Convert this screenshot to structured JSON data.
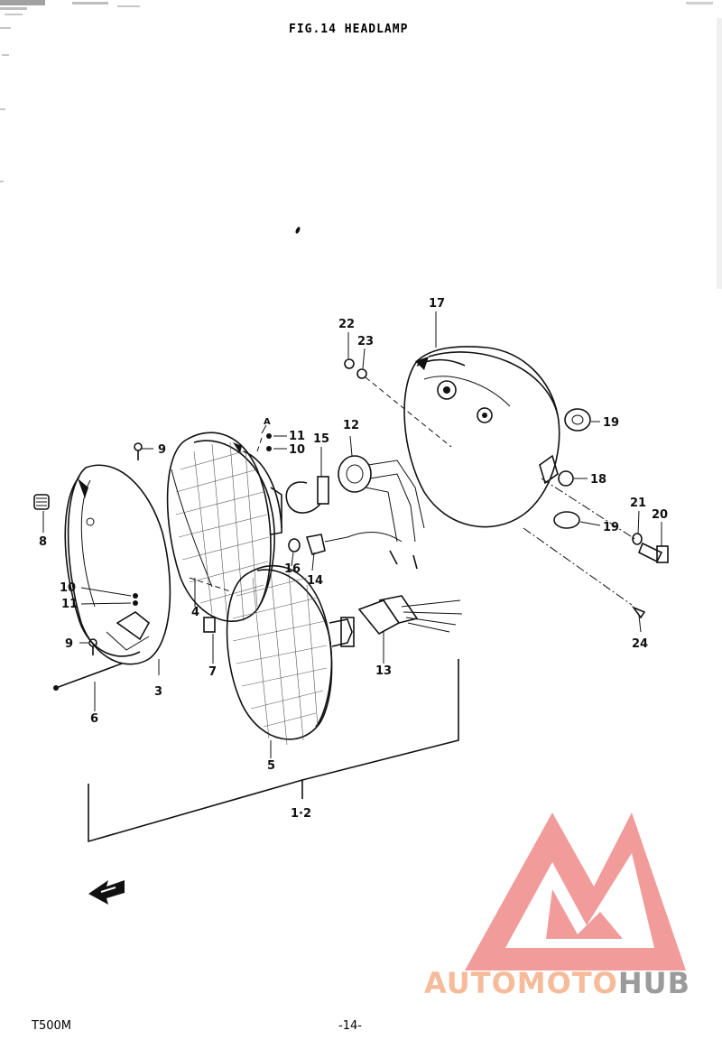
{
  "header": {
    "figure_title": "FIG.14  HEADLAMP"
  },
  "footer": {
    "model": "T500M",
    "page": "-14-"
  },
  "callouts": [
    {
      "id": "c-1-2",
      "text": "1·2"
    },
    {
      "id": "c-3",
      "text": "3"
    },
    {
      "id": "c-4",
      "text": "4"
    },
    {
      "id": "c-5",
      "text": "5"
    },
    {
      "id": "c-6",
      "text": "6"
    },
    {
      "id": "c-7",
      "text": "7"
    },
    {
      "id": "c-8",
      "text": "8"
    },
    {
      "id": "c-9a",
      "text": "9"
    },
    {
      "id": "c-9b",
      "text": "9"
    },
    {
      "id": "c-10a",
      "text": "10"
    },
    {
      "id": "c-10b",
      "text": "10"
    },
    {
      "id": "c-11a",
      "text": "11"
    },
    {
      "id": "c-11b",
      "text": "11"
    },
    {
      "id": "c-12",
      "text": "12"
    },
    {
      "id": "c-13",
      "text": "13"
    },
    {
      "id": "c-14",
      "text": "14"
    },
    {
      "id": "c-15",
      "text": "15"
    },
    {
      "id": "c-16",
      "text": "16"
    },
    {
      "id": "c-17",
      "text": "17"
    },
    {
      "id": "c-18",
      "text": "18"
    },
    {
      "id": "c-19a",
      "text": "19"
    },
    {
      "id": "c-19b",
      "text": "19"
    },
    {
      "id": "c-20",
      "text": "20"
    },
    {
      "id": "c-21",
      "text": "21"
    },
    {
      "id": "c-22",
      "text": "22"
    },
    {
      "id": "c-23",
      "text": "23"
    },
    {
      "id": "c-24",
      "text": "24"
    },
    {
      "id": "c-A",
      "text": "A"
    }
  ],
  "watermark": {
    "part1": "AUTOMOTO",
    "part2": "HUB",
    "color1": "#f5b08a",
    "color2": "#8a8a8a",
    "logo_color": "#f08a8a"
  }
}
